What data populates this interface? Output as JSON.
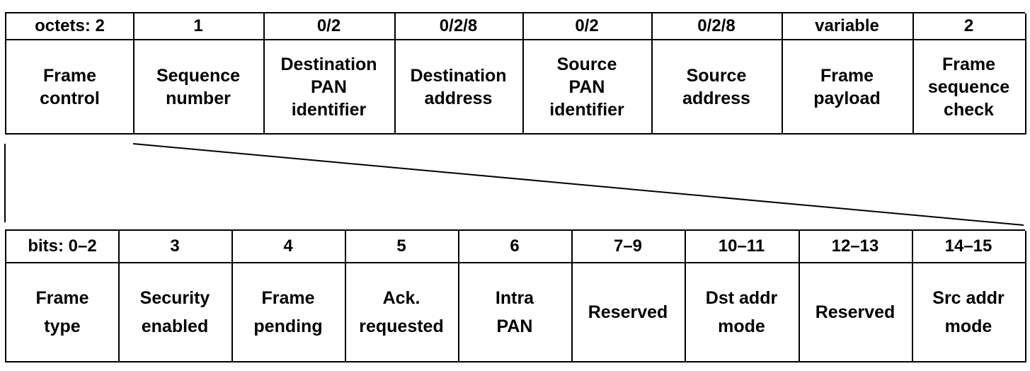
{
  "frame_fields": [
    {
      "size": "octets: 2",
      "name": [
        "Frame",
        "control"
      ]
    },
    {
      "size": "1",
      "name": [
        "Sequence",
        "number"
      ]
    },
    {
      "size": "0/2",
      "name": [
        "Destination",
        "PAN",
        "identifier"
      ]
    },
    {
      "size": "0/2/8",
      "name": [
        "Destination",
        "address"
      ]
    },
    {
      "size": "0/2",
      "name": [
        "Source",
        "PAN",
        "identifier"
      ]
    },
    {
      "size": "0/2/8",
      "name": [
        "Source",
        "address"
      ]
    },
    {
      "size": "variable",
      "name": [
        "Frame",
        "payload"
      ]
    },
    {
      "size": "2",
      "name": [
        "Frame",
        "sequence",
        "check"
      ]
    }
  ],
  "control_fields": [
    {
      "bits": "bits: 0–2",
      "name": [
        "Frame",
        "type"
      ]
    },
    {
      "bits": "3",
      "name": [
        "Security",
        "enabled"
      ]
    },
    {
      "bits": "4",
      "name": [
        "Frame",
        "pending"
      ]
    },
    {
      "bits": "5",
      "name": [
        "Ack.",
        "requested"
      ]
    },
    {
      "bits": "6",
      "name": [
        "Intra",
        "PAN"
      ]
    },
    {
      "bits": "7–9",
      "name": [
        "Reserved"
      ]
    },
    {
      "bits": "10–11",
      "name": [
        "Dst addr",
        "mode"
      ]
    },
    {
      "bits": "12–13",
      "name": [
        "Reserved"
      ]
    },
    {
      "bits": "14–15",
      "name": [
        "Src addr",
        "mode"
      ]
    }
  ]
}
